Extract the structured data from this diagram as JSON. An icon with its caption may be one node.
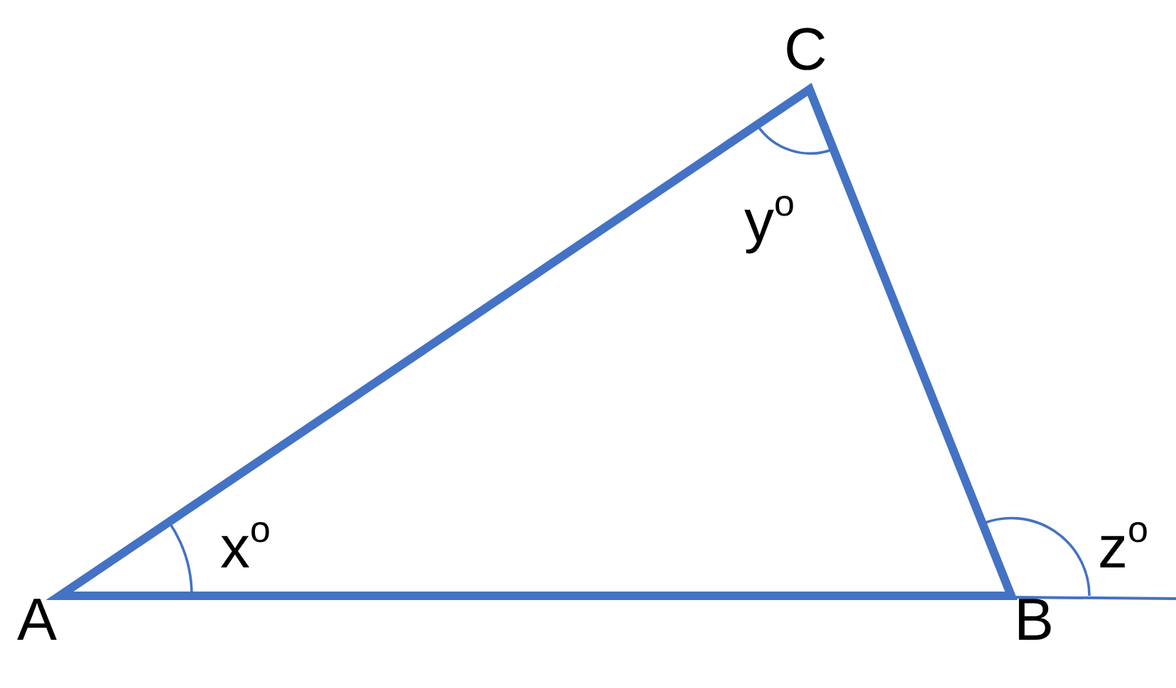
{
  "diagram": {
    "labels": [
      "C",
      "y$^{o}$",
      "x$^{o}$",
      "z$^{o}$",
      "A",
      "B"
    ]
  }
}
